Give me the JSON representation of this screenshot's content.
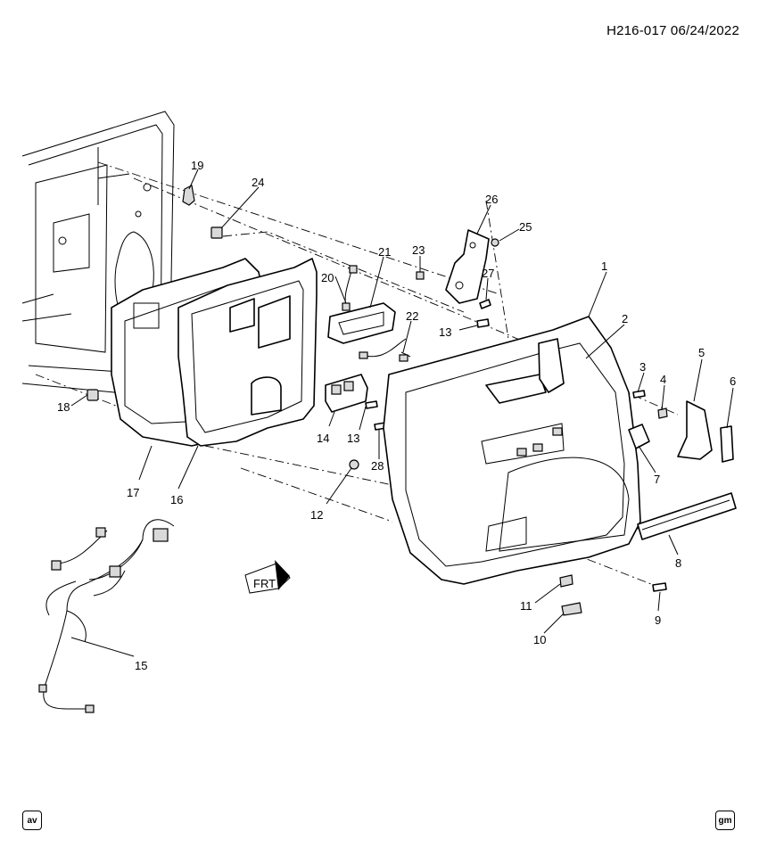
{
  "header": {
    "code": "H216-017",
    "date": "06/24/2022"
  },
  "arrow_label": "FRT",
  "callouts": [
    "1",
    "2",
    "3",
    "4",
    "5",
    "6",
    "7",
    "8",
    "9",
    "10",
    "11",
    "12",
    "13",
    "13",
    "14",
    "15",
    "16",
    "17",
    "18",
    "19",
    "20",
    "21",
    "22",
    "23",
    "24",
    "25",
    "26",
    "27",
    "28"
  ],
  "badges": {
    "left": "av",
    "right": "gm"
  },
  "icons": {
    "direction_arrow": "front-direction-arrow-icon"
  }
}
